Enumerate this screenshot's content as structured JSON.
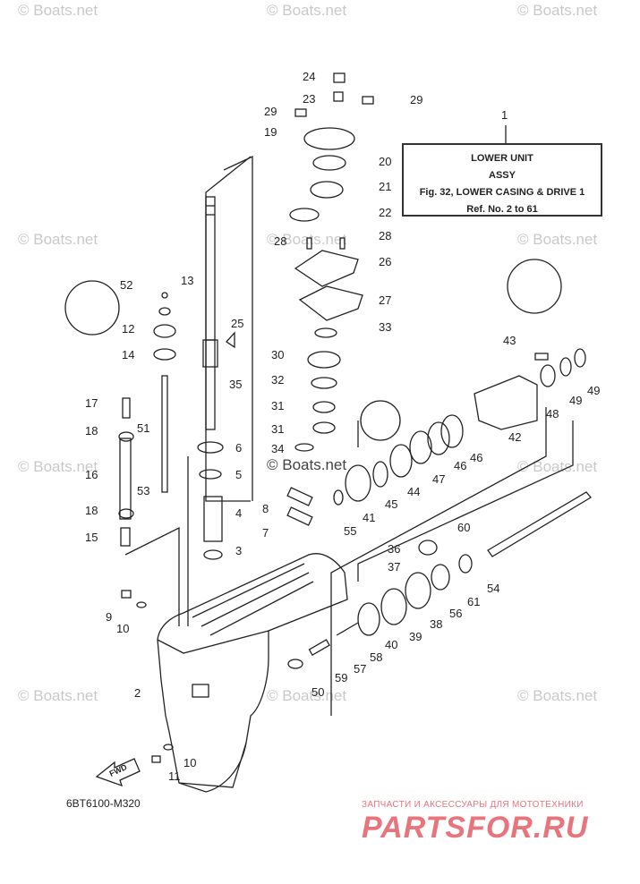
{
  "watermark": "© Boats.net",
  "center_watermark": "© Boats.net",
  "title_box": {
    "line1": "LOWER UNIT",
    "line2": "ASSY",
    "line3": "Fig. 32, LOWER CASING & DRIVE 1",
    "line4": "Ref. No. 2 to 61"
  },
  "diagram_code": "6BT6100-M320",
  "dealer": {
    "subtitle": "ЗАПЧАСТИ И АКСЕССУАРЫ ДЛЯ МОТОТЕХНИКИ",
    "logo": "PARTSFOR.RU"
  },
  "fwd_label": "FWD",
  "part_numbers": [
    "1",
    "2",
    "3",
    "4",
    "5",
    "6",
    "7",
    "8",
    "9",
    "10",
    "10",
    "11",
    "12",
    "13",
    "14",
    "15",
    "16",
    "17",
    "18",
    "18",
    "19",
    "20",
    "21",
    "22",
    "23",
    "24",
    "25",
    "26",
    "27",
    "28",
    "28",
    "29",
    "29",
    "30",
    "31",
    "31",
    "32",
    "33",
    "34",
    "35",
    "36",
    "37",
    "38",
    "39",
    "40",
    "41",
    "42",
    "43",
    "44",
    "45",
    "46",
    "46",
    "47",
    "48",
    "49",
    "49",
    "50",
    "51",
    "52",
    "53",
    "54",
    "55",
    "56",
    "57",
    "58",
    "59",
    "60",
    "61"
  ],
  "colors": {
    "line": "#222222",
    "watermark": "#c9c9c9",
    "dealer": "#e8747c"
  }
}
